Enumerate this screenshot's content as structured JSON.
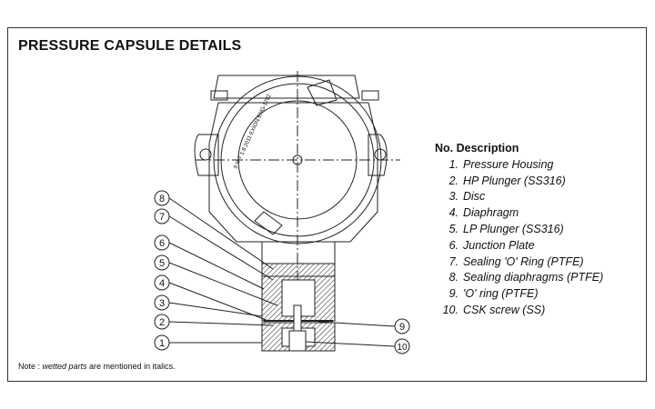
{
  "title": "PRESSURE CAPSULE DETAILS",
  "legend": {
    "header": "No. Description",
    "items": [
      {
        "no": "1.",
        "text": "Pressure Housing"
      },
      {
        "no": "2.",
        "text": "HP Plunger (SS316)"
      },
      {
        "no": "3.",
        "text": "Disc"
      },
      {
        "no": "4.",
        "text": "Diaphragm"
      },
      {
        "no": "5.",
        "text": "LP Plunger (SS316)"
      },
      {
        "no": "6.",
        "text": "Junction Plate"
      },
      {
        "no": "7.",
        "text": "Sealing 'O' Ring (PTFE)"
      },
      {
        "no": "8.",
        "text": "Sealing diaphragms (PTFE)"
      },
      {
        "no": "9.",
        "text": "'O' ring (PTFE)"
      },
      {
        "no": "10.",
        "text": "CSK screw (SS)"
      }
    ]
  },
  "callouts": [
    "1",
    "2",
    "3",
    "4",
    "5",
    "6",
    "7",
    "8",
    "9",
    "10"
  ],
  "cover_text": "9 N-T 1 8 2011 EXION ENG-1702",
  "note": {
    "prefix": "Note : ",
    "emphasis": "wetted parts",
    "suffix": " are mentioned in italics."
  }
}
